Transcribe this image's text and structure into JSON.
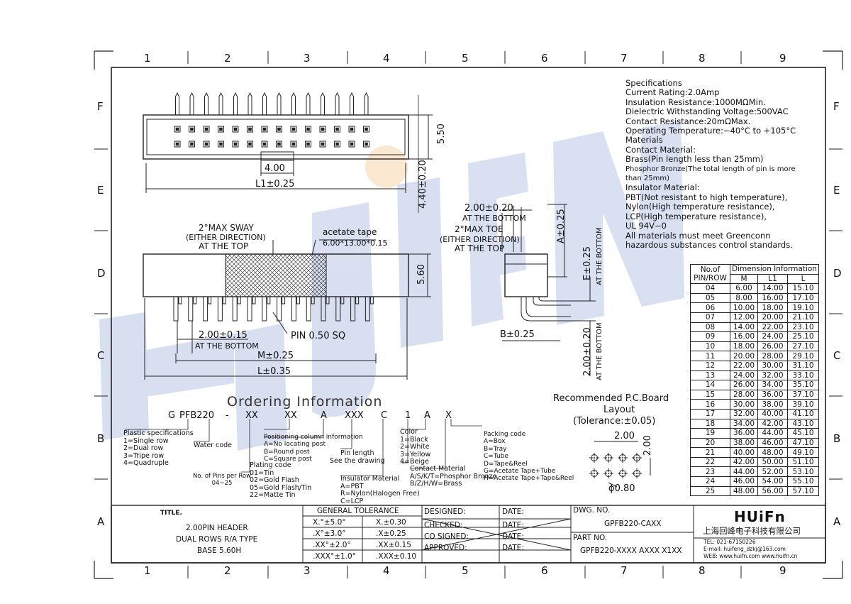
{
  "frame": {
    "columns": [
      "1",
      "2",
      "3",
      "4",
      "5",
      "6",
      "7",
      "8",
      "9"
    ],
    "rows": [
      "F",
      "E",
      "D",
      "C",
      "B",
      "A"
    ]
  },
  "watermark": {
    "text": "HUIFN",
    "color": "#8fa6d6"
  },
  "front_view": {
    "dim_height": "5.50",
    "dim_offset": "4.00",
    "dim_length": "L1±0.25",
    "dim_total_height": "4.40±0.20"
  },
  "top_view": {
    "sway_label": [
      "2°MAX SWAY",
      "(EITHER DIRECTION)",
      "AT THE TOP"
    ],
    "tape_label": [
      "acetate tape",
      "6.00*13.00*0.15"
    ],
    "dim_height": "5.60",
    "dim_pitch": "2.00±0.15",
    "dim_pitch_note": "AT THE BOTTOM",
    "pin_label": "PIN 0.50 SQ",
    "dim_m": "M±0.25",
    "dim_l": "L±0.35"
  },
  "side_view": {
    "pitch": "2.00±0.20",
    "pitch_note": "AT THE BOTTOM",
    "toe_label": [
      "2°MAX TOE",
      "(EITHER DIRECTION)",
      "AT THE TOP"
    ],
    "dim_a": "A±0.25",
    "dim_e": "E±0.25",
    "dim_e_note": "AT THE BOTTOM",
    "dim_b": "B±0.25",
    "dim_vertical": "2.00±0.20",
    "dim_vertical_note": "AT THE BOTTOM"
  },
  "specifications": {
    "lines": [
      "Specifications",
      "Current Rating:2.0Amp",
      "Insulation Resistance:1000MΩMin.",
      "Dielectric Withstanding Voltage:500VAC",
      "Contact Resistance:20mΩMax.",
      "Operating Temperature:−40°C to +105°C",
      "Materials",
      "Contact Material:",
      "Brass(Pin length less than 25mm)",
      "Phosphor Bronze(The total length of pin is more",
      "than 25mm)",
      "Insulator Material:",
      "PBT(Not resistant to high temperature),",
      "Nylon(High temperature resistance),",
      "LCP(High temperature resistance),",
      "UL 94V−0",
      "All materials must meet Greenconn",
      "hazardous substances control standards."
    ]
  },
  "dimension_table": {
    "header": {
      "col1": "No.of",
      "col1b": "PIN/ROW",
      "group": "Dimension Information",
      "m": "M",
      "l1": "L1",
      "l": "L"
    },
    "rows": [
      [
        "04",
        "6.00",
        "14.00",
        "15.10"
      ],
      [
        "05",
        "8.00",
        "16.00",
        "17.10"
      ],
      [
        "06",
        "10.00",
        "18.00",
        "19.10"
      ],
      [
        "07",
        "12.00",
        "20.00",
        "21.10"
      ],
      [
        "08",
        "14.00",
        "22.00",
        "23.10"
      ],
      [
        "09",
        "16.00",
        "24.00",
        "25.10"
      ],
      [
        "10",
        "18.00",
        "26.00",
        "27.10"
      ],
      [
        "11",
        "20.00",
        "28.00",
        "29.10"
      ],
      [
        "12",
        "22.00",
        "30.00",
        "31.10"
      ],
      [
        "13",
        "24.00",
        "32.00",
        "33.10"
      ],
      [
        "14",
        "26.00",
        "34.00",
        "35.10"
      ],
      [
        "15",
        "28.00",
        "36.00",
        "37.10"
      ],
      [
        "16",
        "30.00",
        "38.00",
        "39.10"
      ],
      [
        "17",
        "32.00",
        "40.00",
        "41.10"
      ],
      [
        "18",
        "34.00",
        "42.00",
        "43.10"
      ],
      [
        "19",
        "36.00",
        "44.00",
        "45.10"
      ],
      [
        "20",
        "38.00",
        "46.00",
        "47.10"
      ],
      [
        "21",
        "40.00",
        "48.00",
        "49.10"
      ],
      [
        "22",
        "42.00",
        "50.00",
        "51.10"
      ],
      [
        "23",
        "44.00",
        "52.00",
        "53.10"
      ],
      [
        "24",
        "46.00",
        "54.00",
        "55.10"
      ],
      [
        "25",
        "48.00",
        "56.00",
        "57.10"
      ]
    ]
  },
  "pcb_layout": {
    "title": [
      "Recommended P.C.Board",
      "Layout",
      "(Tolerance:±0.05)"
    ],
    "pitch_x": "2.00",
    "pitch_y": "2.00",
    "hole": "ϕ0.80"
  },
  "ordering": {
    "title": "Ordering Information",
    "code_parts": [
      "G",
      "PFB220",
      "-",
      "XX",
      "XX",
      "A",
      "XXX",
      "C",
      "1",
      "A",
      "X"
    ],
    "plastic": [
      "Plastic specifications",
      "1=Single row",
      "2=Dual row",
      "3=Tripe row",
      "4=Quadruple"
    ],
    "water_code": "Water code",
    "pins_per_row": [
      "No. of Pins per Row",
      "04~25"
    ],
    "positioning": [
      "Positioning column information",
      "A=No locating post",
      "B=Round post",
      "C=Square post"
    ],
    "plating": [
      "Plating code",
      "01=Tin",
      "02=Gold Flash",
      "05=Gold Flash/Tin",
      "22=Matte Tin"
    ],
    "pin_length": [
      "Pin length",
      "See the drawing"
    ],
    "insulator": [
      "Insulator Material",
      "A=PBT",
      "R=Nylon(Halogen Free)",
      "C=LCP"
    ],
    "color": [
      "Color",
      "1=Black",
      "2=White",
      "3=Yellow",
      "4=Beige"
    ],
    "contact": [
      "Contact Material",
      "A/S/K/T=Phosphor Bronze",
      "B/Z/H/W=Brass"
    ],
    "packing": [
      "Packing code",
      "A=Box",
      "B=Tray",
      "C=Tube",
      "D=Tape&Reel",
      "G=Acetate Tape+Tube",
      "H=Acetate Tape+Tape&Reel"
    ]
  },
  "title_block": {
    "title_label": "TITLE.",
    "title_lines": [
      "2.00PIN HEADER",
      "DUAL ROWS R/A TYPE",
      "BASE 5.60H"
    ],
    "tolerance_title": "GENERAL TOLERANCE",
    "tolerances": [
      [
        "X.°±5.0°",
        "X.±0.30"
      ],
      [
        ".X°±3.0°",
        ".X±0.25"
      ],
      [
        ".XX°±2.0°",
        ".XX±0.15"
      ],
      [
        ".XXX°±1.0°",
        ".XXX±0.10"
      ]
    ],
    "signoff": [
      "DESIGNED:",
      "CHECKED:",
      "CO SIGNED:",
      "APPROVED:"
    ],
    "date_label": "DATE:",
    "dwg_label": "DWG. NO.",
    "dwg_no": "GPFB220-CAXX",
    "part_label": "PART NO.",
    "part_no": "GPFB220-XXXX AXXX X1XX",
    "company_logo": "HUiFn",
    "company_name": "上海回峰电子科技有限公司",
    "tel": "TEL: 021-67150226",
    "email": "E-mail: huifeng_dzkj@163.com",
    "web": "WEB: www.huifn.com   www.huifn.cn"
  }
}
